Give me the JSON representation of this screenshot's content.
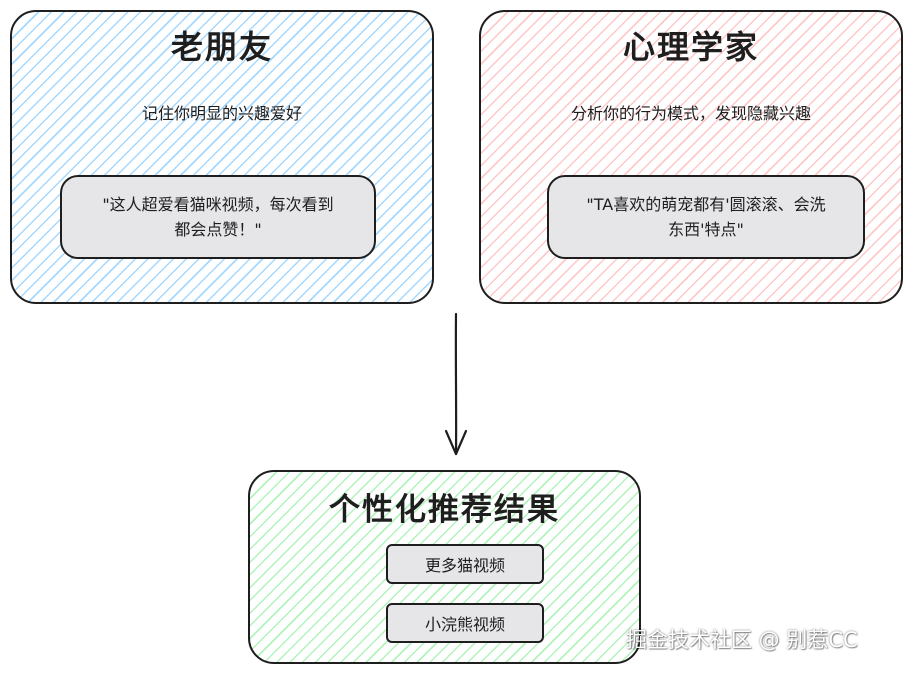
{
  "colors": {
    "stroke": "#1e1e1e",
    "blue_hatch": "#a5d8ff",
    "red_hatch": "#ffc9c9",
    "green_hatch": "#b2f2bb",
    "box_fill": "#e6e6e9"
  },
  "old_friend": {
    "title": "老朋友",
    "description": "记住你明显的兴趣爱好",
    "quote_line1": "\"这人超爱看猫咪视频，每次看到",
    "quote_line2": "都会点赞！\""
  },
  "psychologist": {
    "title": "心理学家",
    "description": "分析你的行为模式，发现隐藏兴趣",
    "quote_line1": "\"TA喜欢的萌宠都有'圆滚滚、会洗",
    "quote_line2": "东西'特点\""
  },
  "result": {
    "title": "个性化推荐结果",
    "items": [
      "更多猫视频",
      "小浣熊视频"
    ]
  },
  "watermark": "掘金技术社区 @ 别惹CC"
}
